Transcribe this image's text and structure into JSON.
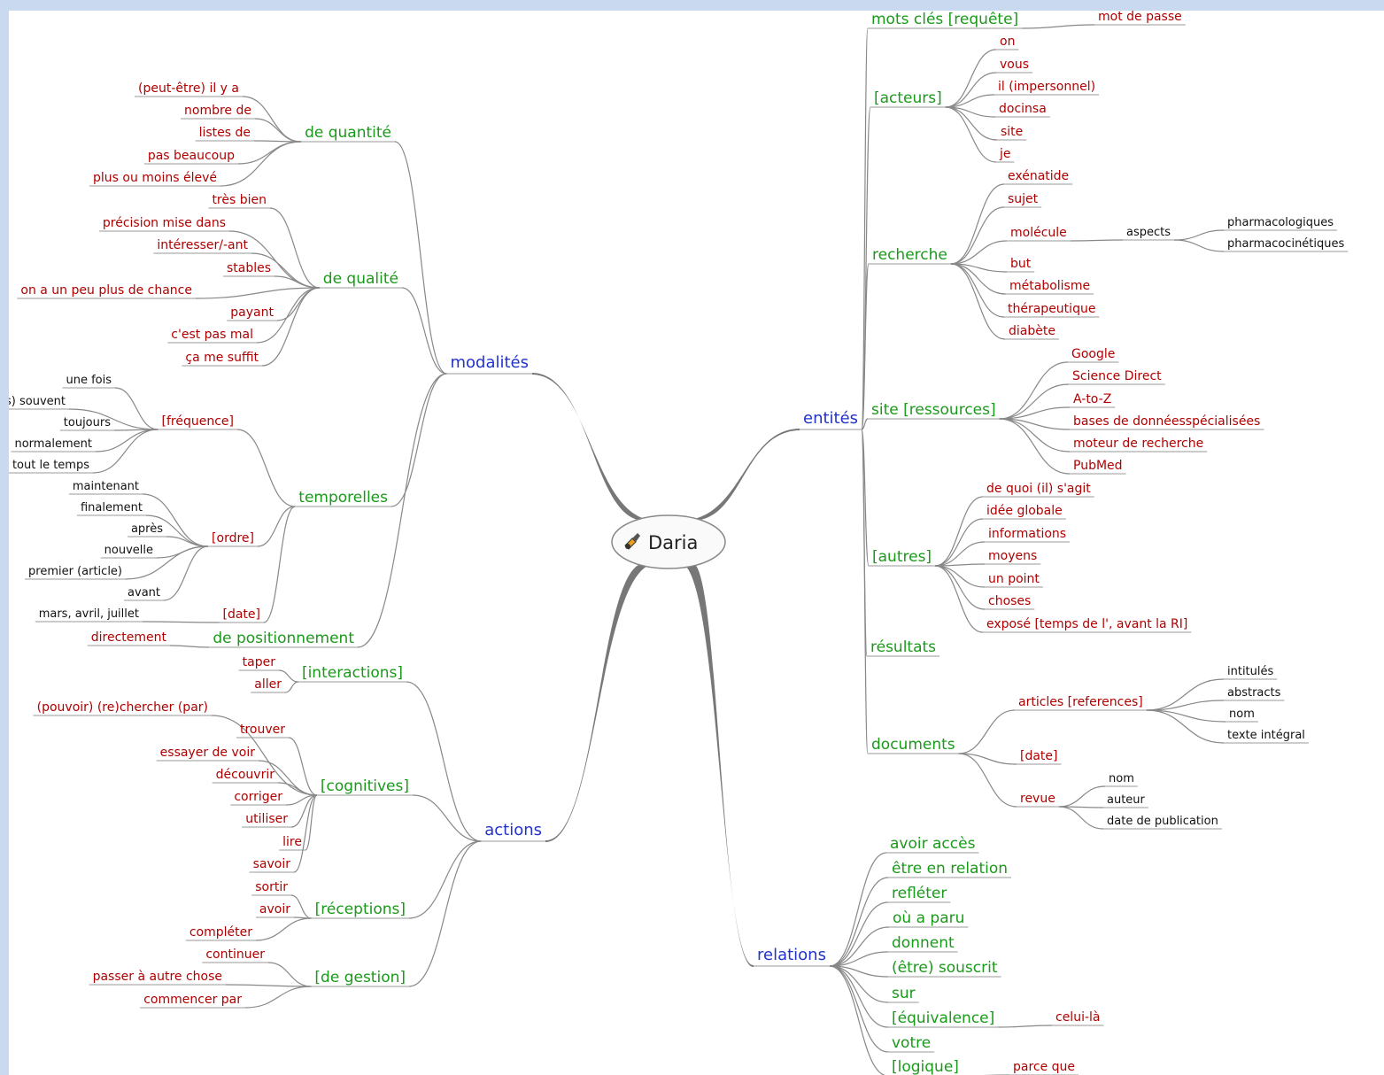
{
  "center": {
    "label": "Daria",
    "icon": "paintbrush-icon"
  },
  "colors": {
    "level1": "#2233cc",
    "level2": "#1a9a1a",
    "level3": "#b00000",
    "level4": "#111111",
    "background": "#c9d9f0"
  },
  "branches": [
    {
      "label": "modalités",
      "children": [
        {
          "label": "de quantité",
          "children": [
            {
              "label": "(peut-être) il y a"
            },
            {
              "label": "nombre de"
            },
            {
              "label": "listes de"
            },
            {
              "label": "pas beaucoup"
            },
            {
              "label": "plus ou moins élevé"
            }
          ]
        },
        {
          "label": "de qualité",
          "children": [
            {
              "label": "très bien"
            },
            {
              "label": "précision mise dans"
            },
            {
              "label": "intéresser/-ant"
            },
            {
              "label": "stables"
            },
            {
              "label": "on a un peu plus de chance"
            },
            {
              "label": "payant"
            },
            {
              "label": "c'est pas mal"
            },
            {
              "label": "ça me suffit"
            }
          ]
        },
        {
          "label": "temporelles",
          "children": [
            {
              "label": "[fréquence]",
              "children": [
                {
                  "label": "une fois"
                },
                {
                  "label": "(le plus) souvent"
                },
                {
                  "label": "toujours"
                },
                {
                  "label": "normalement"
                },
                {
                  "label": "tout le temps"
                }
              ]
            },
            {
              "label": "[ordre]",
              "children": [
                {
                  "label": "maintenant"
                },
                {
                  "label": "finalement"
                },
                {
                  "label": "après"
                },
                {
                  "label": "nouvelle"
                },
                {
                  "label": "premier (article)"
                },
                {
                  "label": "avant"
                }
              ]
            },
            {
              "label": "[date]",
              "children": [
                {
                  "label": "mars, avril, juillet"
                }
              ]
            }
          ]
        },
        {
          "label": "de positionnement",
          "children": [
            {
              "label": "directement"
            }
          ]
        }
      ]
    },
    {
      "label": "actions",
      "children": [
        {
          "label": "[interactions]",
          "children": [
            {
              "label": "taper"
            },
            {
              "label": "aller"
            }
          ]
        },
        {
          "label": "[cognitives]",
          "children": [
            {
              "label": "(pouvoir) (re)chercher (par)"
            },
            {
              "label": "trouver"
            },
            {
              "label": "essayer de voir"
            },
            {
              "label": "découvrir"
            },
            {
              "label": "corriger"
            },
            {
              "label": "utiliser"
            },
            {
              "label": "lire"
            },
            {
              "label": "savoir"
            }
          ]
        },
        {
          "label": "[réceptions]",
          "children": [
            {
              "label": "sortir"
            },
            {
              "label": "avoir"
            },
            {
              "label": "compléter"
            }
          ]
        },
        {
          "label": "[de gestion]",
          "children": [
            {
              "label": "continuer"
            },
            {
              "label": "passer à autre chose"
            },
            {
              "label": "commencer par"
            }
          ]
        }
      ]
    },
    {
      "label": "entités",
      "children": [
        {
          "label": "mots clés [requête]",
          "children": [
            {
              "label": "mot de passe"
            }
          ]
        },
        {
          "label": "[acteurs]",
          "children": [
            {
              "label": "on"
            },
            {
              "label": "vous"
            },
            {
              "label": "il (impersonnel)"
            },
            {
              "label": "docinsa"
            },
            {
              "label": "site"
            },
            {
              "label": "je"
            }
          ]
        },
        {
          "label": "recherche",
          "children": [
            {
              "label": "exénatide"
            },
            {
              "label": "sujet"
            },
            {
              "label": "molécule",
              "children": [
                {
                  "label": "aspects",
                  "children": [
                    {
                      "label": "pharmacologiques"
                    },
                    {
                      "label": "pharmacocinétiques"
                    }
                  ]
                }
              ]
            },
            {
              "label": "but"
            },
            {
              "label": "métabolisme"
            },
            {
              "label": "thérapeutique"
            },
            {
              "label": "diabète"
            }
          ]
        },
        {
          "label": "site [ressources]",
          "children": [
            {
              "label": "Google"
            },
            {
              "label": "Science Direct"
            },
            {
              "label": "A-to-Z"
            },
            {
              "label": "bases de donnéesspécialisées"
            },
            {
              "label": "moteur de recherche"
            },
            {
              "label": "PubMed"
            }
          ]
        },
        {
          "label": "[autres]",
          "children": [
            {
              "label": "de quoi (il) s'agit"
            },
            {
              "label": "idée globale"
            },
            {
              "label": "informations"
            },
            {
              "label": "moyens"
            },
            {
              "label": "un point"
            },
            {
              "label": "choses"
            },
            {
              "label": "exposé [temps de l', avant la RI]"
            }
          ]
        },
        {
          "label": "résultats"
        },
        {
          "label": "documents",
          "children": [
            {
              "label": "articles [references]",
              "children": [
                {
                  "label": "intitulés"
                },
                {
                  "label": "abstracts"
                },
                {
                  "label": "nom"
                },
                {
                  "label": "texte intégral"
                }
              ]
            },
            {
              "label": "[date]"
            },
            {
              "label": "revue",
              "children": [
                {
                  "label": "nom"
                },
                {
                  "label": "auteur"
                },
                {
                  "label": "date de publication"
                }
              ]
            }
          ]
        }
      ]
    },
    {
      "label": "relations",
      "children": [
        {
          "label": "avoir accès"
        },
        {
          "label": "être en relation"
        },
        {
          "label": "refléter"
        },
        {
          "label": "où a paru"
        },
        {
          "label": "donnent"
        },
        {
          "label": "(être) souscrit"
        },
        {
          "label": "sur"
        },
        {
          "label": "[équivalence]",
          "children": [
            {
              "label": "celui-là"
            }
          ]
        },
        {
          "label": "votre"
        },
        {
          "label": "[logique]",
          "children": [
            {
              "label": "parce que"
            }
          ]
        }
      ]
    }
  ]
}
